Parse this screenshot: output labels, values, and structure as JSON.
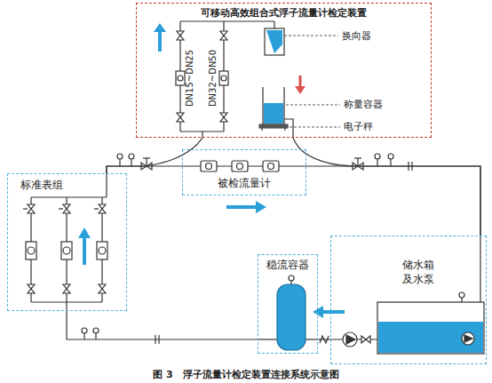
{
  "diagram": {
    "caption": "图 3　浮子流量计检定装置连接系统示意图",
    "nodes": [
      {
        "text": [
          "可移动高效组合式浮子流量计检定装置"
        ]
      },
      {
        "text": [
          "标准表组"
        ]
      },
      {
        "text": [
          "被检流量计"
        ]
      },
      {
        "text": [
          "稳流容器"
        ]
      },
      {
        "text": [
          "储水箱 及水泵"
        ]
      }
    ],
    "edges": [
      {
        "from": 4,
        "to": 3,
        "arrow": "none"
      },
      {
        "from": 3,
        "to": 1,
        "arrow": "none"
      },
      {
        "from": 1,
        "to": 2,
        "arrow": "none"
      },
      {
        "from": 2,
        "to": 4,
        "arrow": "none"
      },
      {
        "from": 1,
        "to": 0,
        "arrow": "none"
      },
      {
        "from": 0,
        "to": 4,
        "arrow": "none"
      }
    ],
    "labels": [
      "DN15~DN25",
      "DN32~DN50",
      "换向器",
      "称量容器",
      "电子秤"
    ]
  }
}
